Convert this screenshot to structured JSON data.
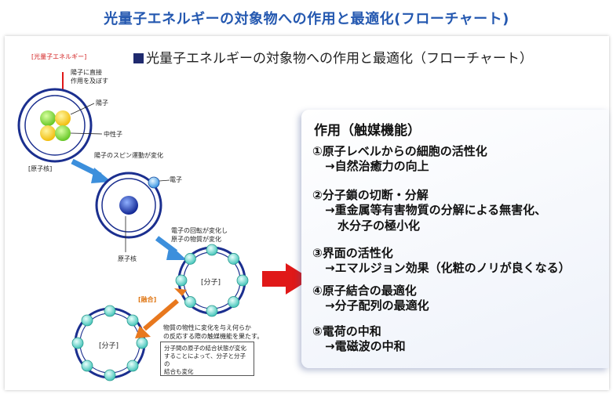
{
  "page_title": "光量子エネルギーの対象物への作用と最適化(フローチャート)",
  "figure_title": "光量子エネルギーの対象物への作用と最適化（フローチャート）",
  "left": {
    "source_label": "[光量子エネルギー]",
    "source_note_line1": "陽子に直接",
    "source_note_line2": "作用を及ぼす",
    "proton_label": "陽子",
    "neutron_label": "中性子",
    "nucleus_caption": "[原子核]",
    "spin_note": "陽子のスピン運動が変化",
    "electron_label": "電子",
    "atom_nucleus_label": "原子核",
    "orbit_note_line1": "電子の回転が変化し",
    "orbit_note_line2": "原子の物質が変化",
    "molecule_label_1": "[分子]",
    "bond_label": "[融合]",
    "molecule_label_2": "[分子]",
    "property_note_line1": "物質の物性に変化を与え何らか",
    "property_note_line2": "の反応する際の触媒機能を果たす。",
    "box_note_line1": "分子間の原子の結合状態が変化",
    "box_note_line2": "することによって、分子と分子の",
    "box_note_line3": "結合も変化"
  },
  "panel": {
    "heading": "作用（触媒機能）",
    "items": [
      {
        "title": "①原子レベルからの細胞の活性化",
        "sub1": "→自然治癒力の向上",
        "sub2": ""
      },
      {
        "title": "②分子鎖の切断・分解",
        "sub1": "→重金属等有害物質の分解による無害化、",
        "sub2": "水分子の極小化"
      },
      {
        "title": "③界面の活性化",
        "sub1": "→エマルジョン効果（化粧のノリが良くなる）",
        "sub2": ""
      },
      {
        "title": "④原子結合の最適化",
        "sub1": "→分子配列の最適化",
        "sub2": ""
      },
      {
        "title": "⑤電荷の中和",
        "sub1": "→電磁波の中和",
        "sub2": ""
      }
    ]
  },
  "colors": {
    "title_blue": "#2458b0",
    "arrow_blue": "#3c8fdc",
    "arrow_red": "#e01818",
    "bond_orange": "#e8781e",
    "bead_teal": "#59d3c8"
  }
}
